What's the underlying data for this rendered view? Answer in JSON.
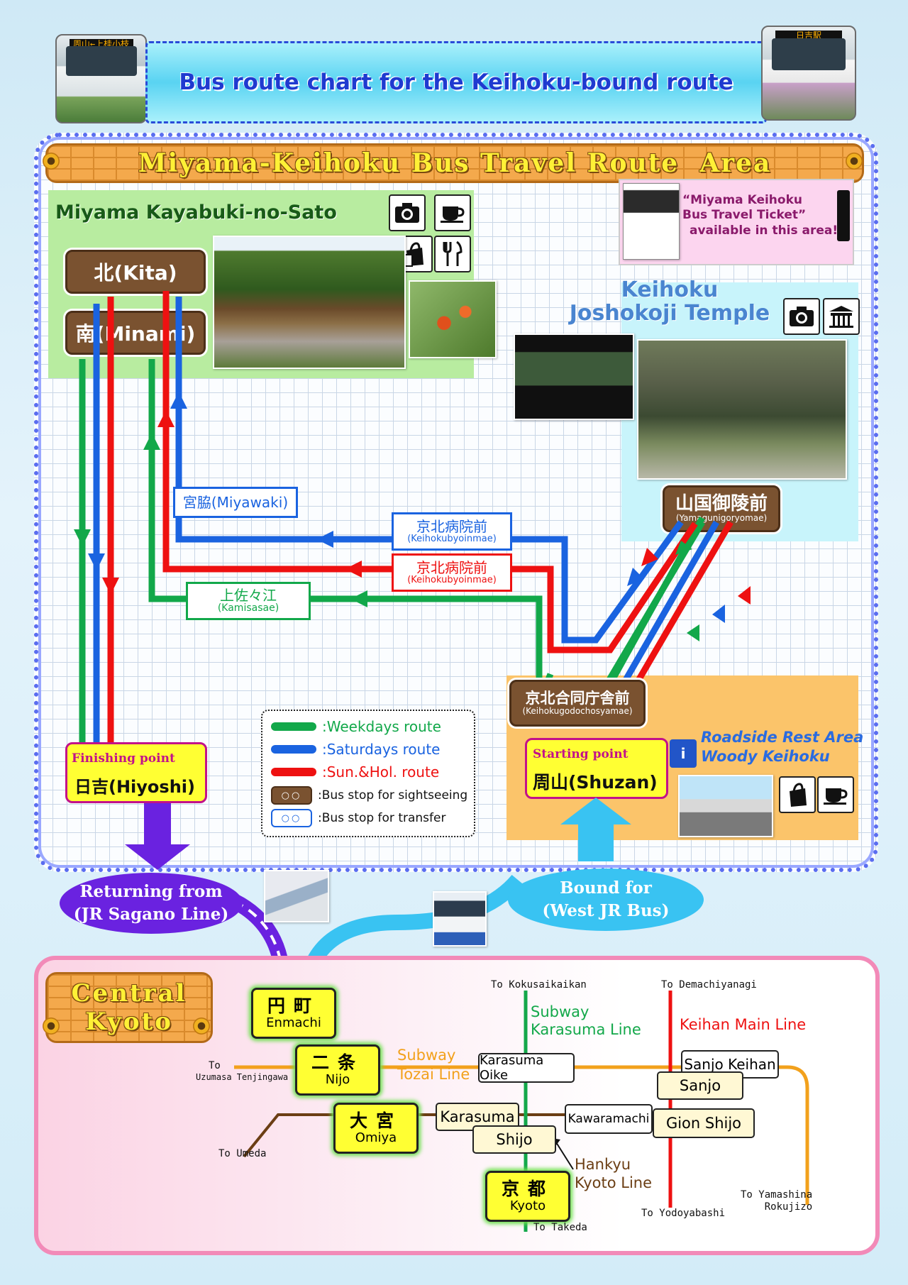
{
  "header": {
    "title": "Bus route chart for the Keihoku-bound route",
    "bus_left_sign": "周山←上桂小枝",
    "bus_right_sign": "日吉駅"
  },
  "area": {
    "title": "Miyama-Keihoku Bus Travel Route  Area"
  },
  "ticket": {
    "line1": "“Miyama Keihoku",
    "line2": "Bus Travel Ticket”",
    "line3": "available in this area!"
  },
  "miyama": {
    "title": "Miyama Kayabuki-no-Sato",
    "stop_kita": "北(Kita)",
    "stop_minami": "南(Minami)"
  },
  "joshokoji": {
    "title_line1": "Keihoku",
    "title_line2": "Joshokoji Temple",
    "stop_jp": "山国御陵前",
    "stop_en": "(Yamagunigoryomae)"
  },
  "stops": {
    "miyawaki": "宮脇(Miyawaki)",
    "keihokubyoin_blue_jp": "京北病院前",
    "keihokubyoin_blue_en": "(Keihokubyoinmae)",
    "keihokubyoin_red_jp": "京北病院前",
    "keihokubyoin_red_en": "(Keihokubyoinmae)",
    "kamisasae_jp": "上佐々江",
    "kamisasae_en": "(Kamisasae)",
    "godochosha_jp": "京北合同庁舎前",
    "godochosha_en": "(Keihokugodochosyamae)"
  },
  "finish": {
    "label": "Finishing point",
    "stop": "日吉(Hiyoshi)"
  },
  "start": {
    "label": "Starting point",
    "stop": "周山(Shuzan)"
  },
  "roadside": {
    "line1": "Roadside Rest Area",
    "line2": "Woody Keihoku"
  },
  "legend": {
    "weekdays": ":Weekdays route",
    "saturdays": ":Saturdays route",
    "holidays": ":Sun.&Hol. route",
    "sightseeing": ":Bus stop for sightseeing",
    "transfer": ":Bus stop for transfer",
    "pill_text": "○○"
  },
  "returning": {
    "line1": "Returning from",
    "line2": "(JR Sagano Line)"
  },
  "bound": {
    "line1": "Bound for",
    "line2": "(West JR Bus)"
  },
  "central": {
    "title_line1": "Central",
    "title_line2": "Kyoto"
  },
  "stations": {
    "enmachi_jp": "円町",
    "enmachi_en": "Enmachi",
    "nijo_jp": "二条",
    "nijo_en": "Nijo",
    "omiya_jp": "大宮",
    "omiya_en": "Omiya",
    "kyoto_jp": "京都",
    "kyoto_en": "Kyoto",
    "karasuma_oike": "Karasuma Oike",
    "karasuma": "Karasuma",
    "shijo": "Shijo",
    "kawaramachi": "Kawaramachi",
    "sanjo_keihan": "Sanjo Keihan",
    "sanjo": "Sanjo",
    "gion_shijo": "Gion Shijo"
  },
  "lines": {
    "subway_karasuma_1": "Subway",
    "subway_karasuma_2": "Karasuma Line",
    "subway_tozai_1": "Subway",
    "subway_tozai_2": "Tozai Line",
    "keihan": "Keihan Main Line",
    "hankyu_1": "Hankyu",
    "hankyu_2": "Kyoto Line"
  },
  "directions": {
    "kokusaikaikan": "To Kokusaikaikan",
    "demachiyanagi": "To Demachiyanagi",
    "uzumasa_1": "To",
    "uzumasa_2": "Uzumasa Tenjingawa",
    "umeda": "To Umeda",
    "yamashina_1": "To Yamashina",
    "yamashina_2": "Rokujizo",
    "yodoyabashi": "To Yodoyabashi",
    "takeda": "To Takeda"
  },
  "colors": {
    "weekdays": "#12a84a",
    "saturdays": "#1a63e0",
    "holidays": "#ee1111",
    "subway_karasuma": "#13a84a",
    "tozai": "#f2a11c",
    "keihan": "#ee1111",
    "hankyu": "#6b3e14",
    "jr_sagano": "#6a22e0",
    "jr_bus": "#39c3f2"
  },
  "icons": [
    "camera-icon",
    "cafe-icon",
    "shopping-icon",
    "restaurant-icon",
    "temple-icon",
    "roadside-station-icon"
  ]
}
